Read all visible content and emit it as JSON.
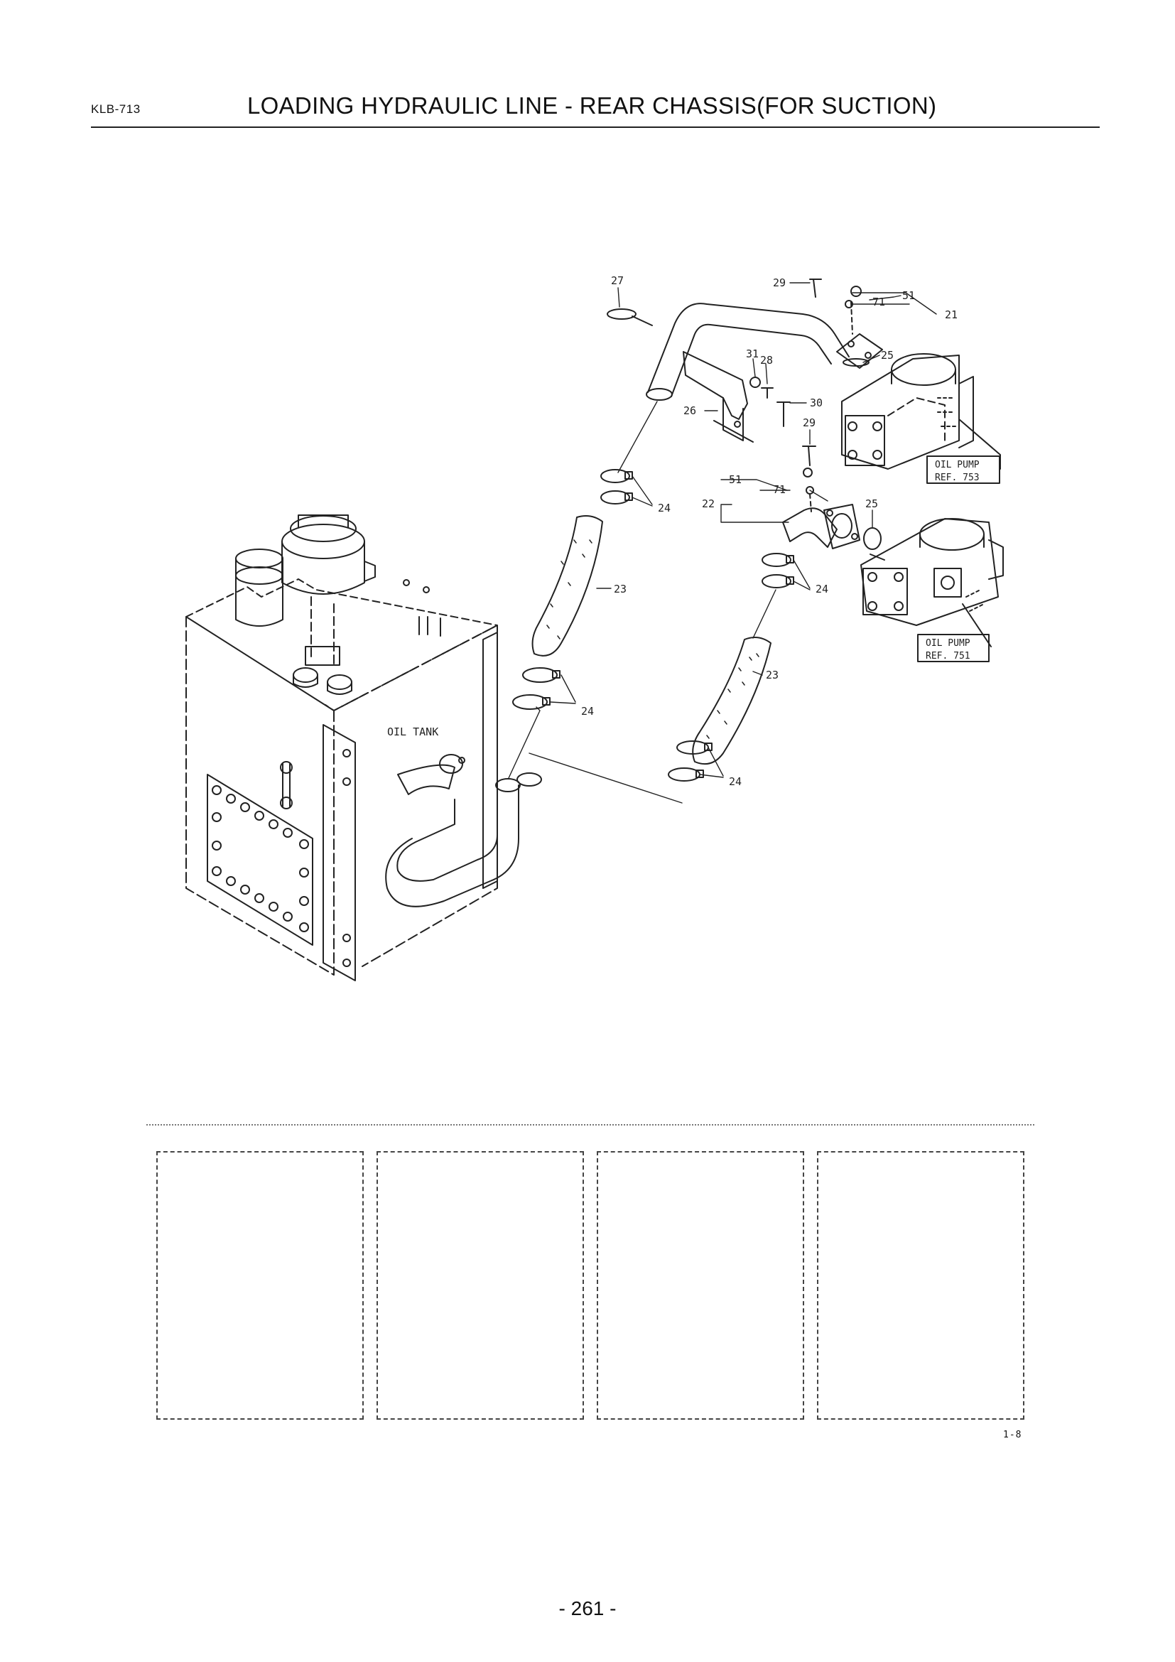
{
  "header": {
    "doc_code": "KLB-713",
    "title": "LOADING HYDRAULIC LINE - REAR CHASSIS(FOR SUCTION)"
  },
  "diagram": {
    "callouts": {
      "c27": "27",
      "c29a": "29",
      "c51a": "51",
      "c71a": "71",
      "c21": "21",
      "c25a": "25",
      "c31": "31",
      "c28": "28",
      "c30": "30",
      "c26": "26",
      "c29b": "29",
      "c24a": "24",
      "c51b": "51",
      "c71b": "71",
      "c22": "22",
      "c25b": "25",
      "c24b": "24",
      "c23a": "23",
      "c23b": "23",
      "c24c": "24",
      "c24d": "24"
    },
    "labels": {
      "oil_tank": "OIL TANK",
      "pump_upper_name": "OIL PUMP",
      "pump_upper_ref": "REF. 753",
      "pump_lower_name": "OIL PUMP",
      "pump_lower_ref": "REF. 751"
    }
  },
  "footer": {
    "sheet_ref": "1-8",
    "page_number": "- 261 -"
  }
}
